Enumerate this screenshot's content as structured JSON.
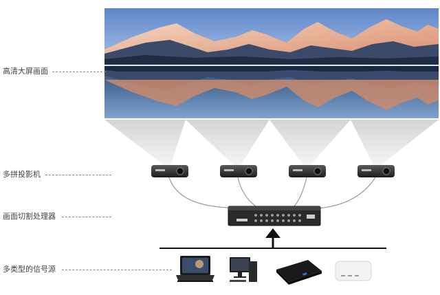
{
  "labels": {
    "screen": "高清大屏画面",
    "projectors": "多拼投影机",
    "processor": "画面切割处理器",
    "sources": "多类型的信号源"
  },
  "colors": {
    "sky_top": "#5f86c9",
    "sky_bottom": "#a8c3e8",
    "mountain_far": "#cfd8e6",
    "mountain_near": "#2c3a55",
    "alpenglow": "#e8a07a",
    "water": "#1f3e66",
    "beam": "#e9e9e9",
    "device_dark": "#2a2a2a",
    "cable": "#9a9a9a",
    "arrow": "#111111"
  },
  "devices": {
    "projector_icon": "projector-icon",
    "processor_icon": "video-wall-processor-icon",
    "laptop_icon": "laptop-icon",
    "desktop_icon": "desktop-computer-icon",
    "player_icon": "media-player-icon",
    "minipc_icon": "mini-pc-icon"
  }
}
